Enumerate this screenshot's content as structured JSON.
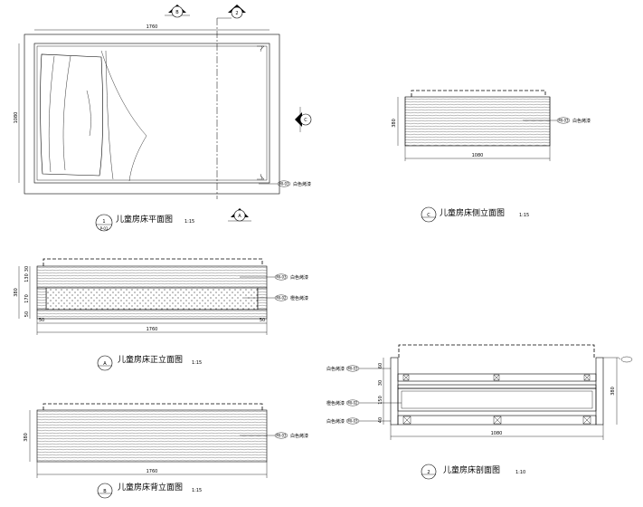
{
  "plan": {
    "title": "儿童房床平面图",
    "scale": "1:15",
    "index_num": "1",
    "index_sheet": "P-01",
    "width_dim": "1760",
    "depth_dim": "1080",
    "tag_code": "MI-03",
    "tag_text": "白色烤漆",
    "marker_a": "A",
    "marker_b": "B",
    "marker_c": "C",
    "marker_2": "2"
  },
  "side": {
    "marker": "C",
    "title": "儿童房床侧立面图",
    "scale": "1:15",
    "height_dim": "380",
    "width_dim": "1080",
    "tag_code": "MI-03",
    "tag_text": "白色烤漆"
  },
  "front": {
    "marker": "A",
    "title": "儿童房床正立面图",
    "scale": "1:15",
    "height_dim": "380",
    "seg_dims": [
      "30",
      "130",
      "170",
      "50"
    ],
    "small_dims": [
      "50",
      "50"
    ],
    "width_dim": "1760",
    "tag_top_code": "MI-03",
    "tag_top_text": "白色烤漆",
    "tag_bottom_code": "MI-02",
    "tag_bottom_text": "橙色烤漆"
  },
  "back": {
    "marker": "B",
    "title": "儿童房床背立面图",
    "scale": "1:15",
    "height_dim": "380",
    "width_dim": "1760",
    "tag_code": "MI-03",
    "tag_text": "白色烤漆"
  },
  "section": {
    "marker": "2",
    "title": "儿童房床剖面图",
    "scale": "1:10",
    "height_dim": "380",
    "seg_dims": [
      "60",
      "30",
      "150",
      "40"
    ],
    "width_dim": "1080",
    "tags": [
      {
        "code": "MI-03",
        "text": "白色烤漆"
      },
      {
        "code": "MI-02",
        "text": "橙色烤漆"
      },
      {
        "code": "MI-03",
        "text": "白色烤漆"
      }
    ]
  }
}
